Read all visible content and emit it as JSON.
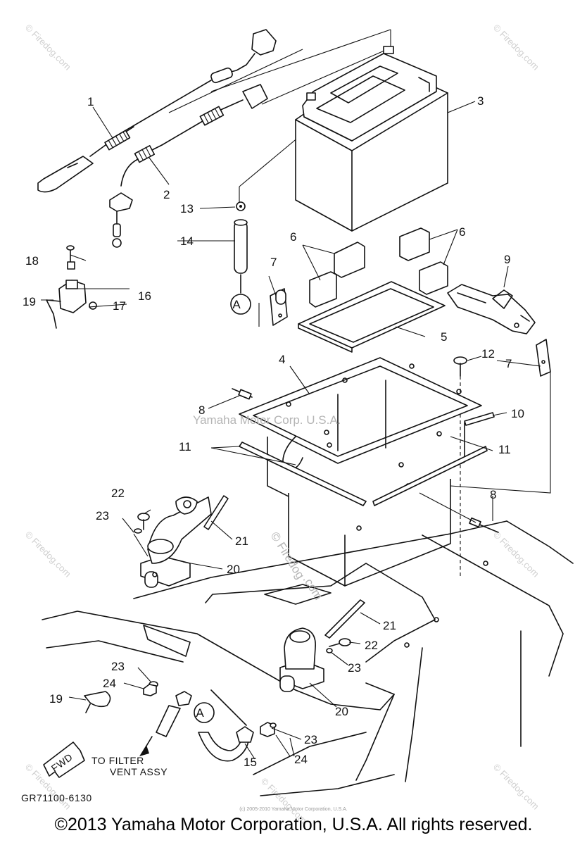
{
  "diagram": {
    "callouts": [
      {
        "id": "c1",
        "label": "1"
      },
      {
        "id": "c2",
        "label": "2"
      },
      {
        "id": "c3",
        "label": "3"
      },
      {
        "id": "c4",
        "label": "4"
      },
      {
        "id": "c5",
        "label": "5"
      },
      {
        "id": "c6a",
        "label": "6"
      },
      {
        "id": "c6b",
        "label": "6"
      },
      {
        "id": "c7a",
        "label": "7"
      },
      {
        "id": "c7b",
        "label": "7"
      },
      {
        "id": "c8a",
        "label": "8"
      },
      {
        "id": "c8b",
        "label": "8"
      },
      {
        "id": "c9",
        "label": "9"
      },
      {
        "id": "c10",
        "label": "10"
      },
      {
        "id": "c11a",
        "label": "11"
      },
      {
        "id": "c11b",
        "label": "11"
      },
      {
        "id": "c12",
        "label": "12"
      },
      {
        "id": "c13",
        "label": "13"
      },
      {
        "id": "c14",
        "label": "14"
      },
      {
        "id": "c15",
        "label": "15"
      },
      {
        "id": "c16",
        "label": "16"
      },
      {
        "id": "c17",
        "label": "17"
      },
      {
        "id": "c18",
        "label": "18"
      },
      {
        "id": "c19a",
        "label": "19"
      },
      {
        "id": "c19b",
        "label": "19"
      },
      {
        "id": "c20a",
        "label": "20"
      },
      {
        "id": "c20b",
        "label": "20"
      },
      {
        "id": "c21a",
        "label": "21"
      },
      {
        "id": "c21b",
        "label": "21"
      },
      {
        "id": "c22a",
        "label": "22"
      },
      {
        "id": "c22b",
        "label": "22"
      },
      {
        "id": "c23a",
        "label": "23"
      },
      {
        "id": "c23b",
        "label": "23"
      },
      {
        "id": "c23c",
        "label": "23"
      },
      {
        "id": "c23d",
        "label": "23"
      },
      {
        "id": "c24a",
        "label": "24"
      },
      {
        "id": "c24b",
        "label": "24"
      }
    ],
    "ref_marker": "A",
    "fwd_label": "FWD",
    "note_line1": "TO FILTER",
    "note_line2": "VENT ASSY",
    "drawing_code": "GR71100-6130"
  },
  "watermarks": {
    "center": "Yamaha Motor Corp. U.S.A.",
    "firedog": "© Firedog.com",
    "firedog_alt": "© Firedog",
    "firedog_sub": ".com"
  },
  "footer": {
    "tiny": "(c) 2005-2010 Yamaha Motor Corporation, U.S.A.",
    "copyright": "©2013 Yamaha Motor Corporation, U.S.A. All rights reserved."
  }
}
